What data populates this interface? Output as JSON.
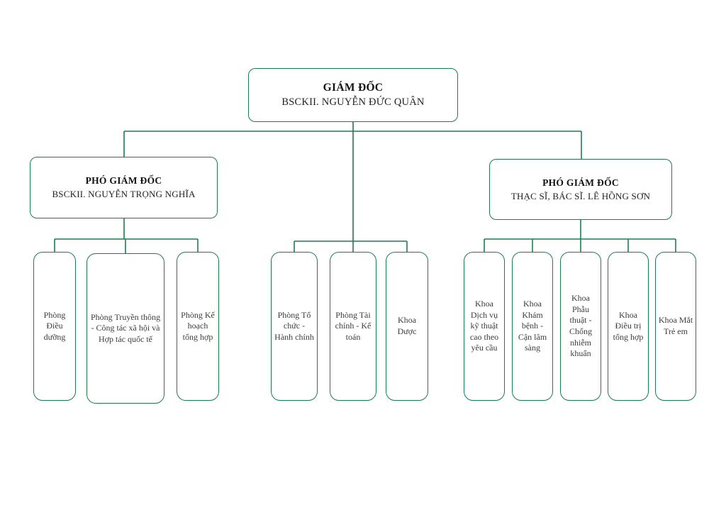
{
  "org_chart": {
    "director": {
      "title": "GIÁM ĐỐC",
      "name": "BSCKII. NGUYỄN ĐỨC QUÂN"
    },
    "deputies": [
      {
        "title": "PHÓ GIÁM ĐỐC",
        "name": "BSCKII. NGUYỄN TRỌNG NGHĨA"
      },
      {
        "title": "PHÓ GIÁM ĐỐC",
        "name": "THẠC SĨ, BÁC SĨ. LÊ HỒNG SƠN"
      }
    ],
    "left_departments": [
      "Phòng Điều dưỡng",
      "Phòng Truyền thông - Công tác xã hội và Hợp tác quốc tế",
      "Phòng Kế hoạch tổng hợp"
    ],
    "center_departments": [
      "Phòng Tổ chức - Hành chính",
      "Phòng Tài chính - Kế toán",
      "Khoa Dược"
    ],
    "right_departments": [
      "Khoa Dịch vụ kỹ thuật cao theo yêu cầu",
      "Khoa Khám bệnh - Cận lâm sàng",
      "Khoa Phẫu thuật - Chống nhiễm khuẩn",
      "Khoa Điều trị tổng hợp",
      "Khoa Mắt Trẻ em"
    ],
    "colors": {
      "line": "#1b7d52",
      "box_border": "#1b7d52",
      "dept_text": "#3d3d3d",
      "header_text": "#111111"
    }
  }
}
